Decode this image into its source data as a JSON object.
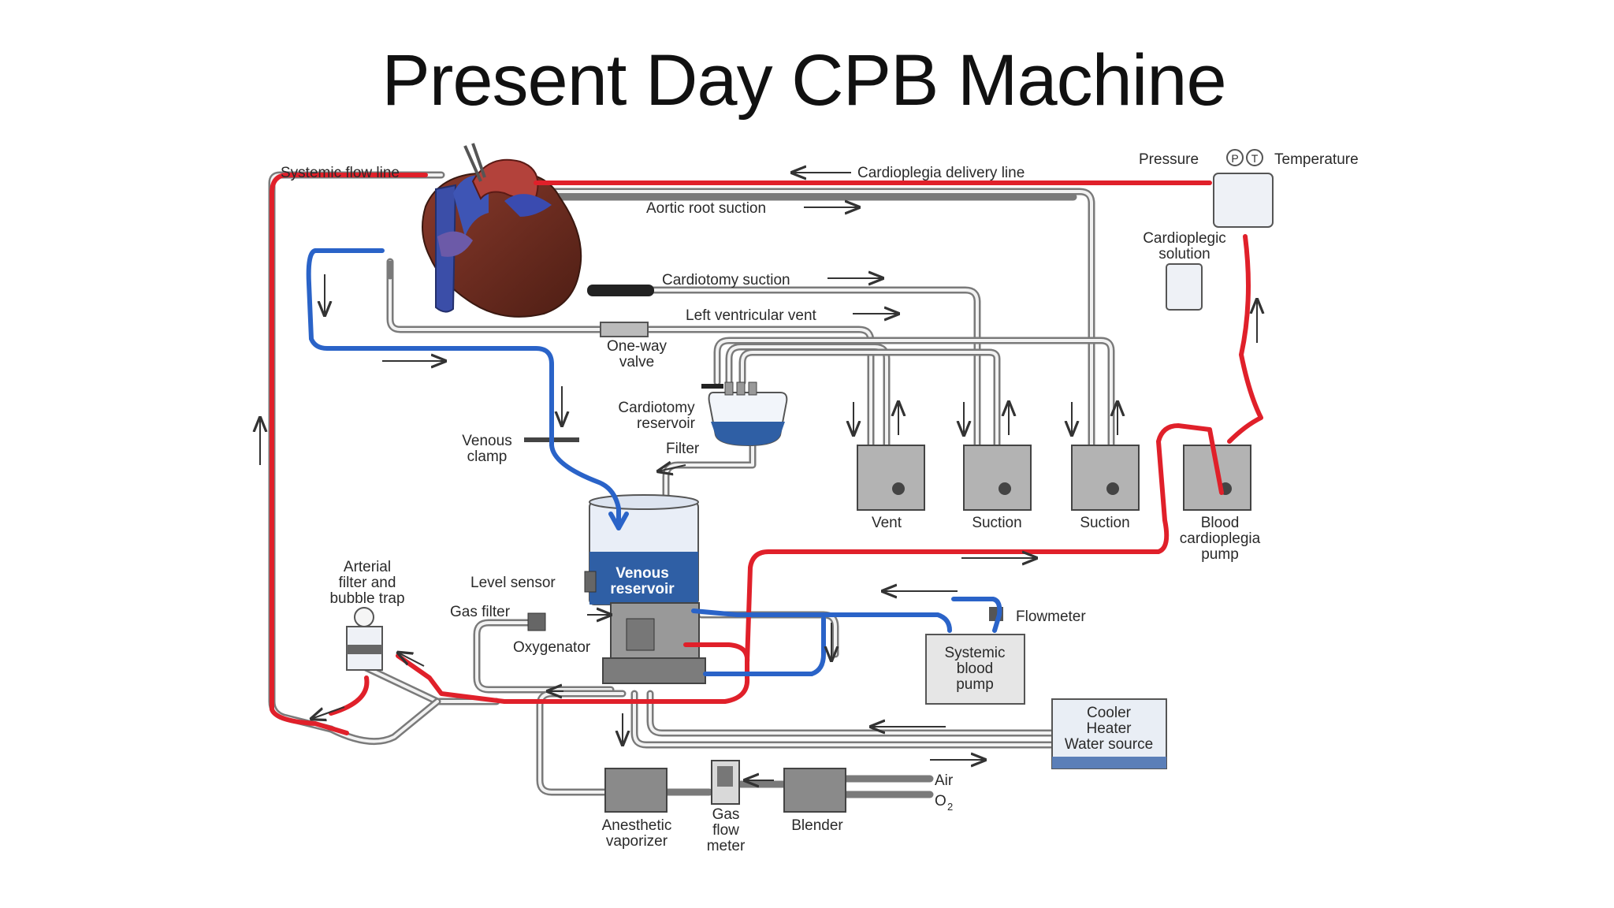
{
  "slide": {
    "title": "Present Day CPB Machine"
  },
  "colors": {
    "arterial_line": "#e0202a",
    "venous_line": "#2a63c8",
    "reservoir_blue": "#2f5fa5",
    "tubing_grey": "#7a7a7a"
  },
  "labels": {
    "systemic_flow_line": "Systemic flow line",
    "cardioplegia_delivery_line": "Cardioplegia delivery line",
    "pressure": "Pressure",
    "temperature": "Temperature",
    "pressure_symbol": "P",
    "temperature_symbol": "T",
    "aortic_root_suction": "Aortic root suction",
    "cardioplegic_solution": [
      "Cardioplegic",
      "solution"
    ],
    "cardiotomy_suction": "Cardiotomy suction",
    "left_ventricular_vent": "Left ventricular vent",
    "one_way_valve": [
      "One-way",
      "valve"
    ],
    "cardiotomy_reservoir": [
      "Cardiotomy",
      "reservoir"
    ],
    "venous_clamp": [
      "Venous",
      "clamp"
    ],
    "filter": "Filter",
    "vent": "Vent",
    "suction_1": "Suction",
    "suction_2": "Suction",
    "blood_cardioplegia_pump": [
      "Blood",
      "cardioplegia",
      "pump"
    ],
    "arterial_filter": [
      "Arterial",
      "filter and",
      "bubble trap"
    ],
    "level_sensor": "Level sensor",
    "venous_reservoir": [
      "Venous",
      "reservoir"
    ],
    "gas_filter": "Gas filter",
    "oxygenator": "Oxygenator",
    "flowmeter": "Flowmeter",
    "systemic_blood_pump": [
      "Systemic",
      "blood",
      "pump"
    ],
    "cooler_heater": [
      "Cooler",
      "Heater",
      "Water source"
    ],
    "air": "Air",
    "o2": "O",
    "o2_sub": "2",
    "anesthetic_vaporizer": [
      "Anesthetic",
      "vaporizer"
    ],
    "gas_flow_meter": [
      "Gas",
      "flow",
      "meter"
    ],
    "blender": "Blender"
  }
}
